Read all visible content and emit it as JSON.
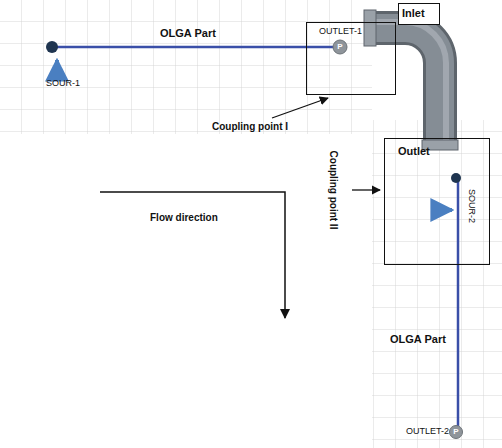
{
  "diagram": {
    "nodes": [
      {
        "text": [
          "Inlet"
        ]
      },
      {
        "text": [
          "OUTLET-1"
        ]
      },
      {
        "text": [
          "Outlet",
          "SOUR-2"
        ]
      }
    ],
    "labels": [
      "OLGA Part",
      "SOUR-1",
      "P",
      "Coupling point I",
      "Coupling point II",
      "Flow direction",
      "OLGA Part",
      "P",
      "OUTLET-2"
    ]
  }
}
